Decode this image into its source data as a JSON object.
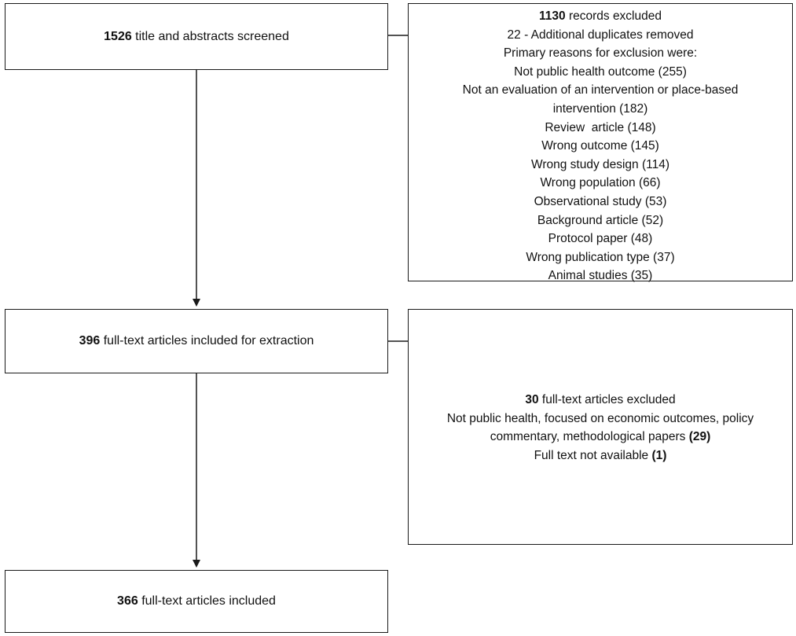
{
  "screening": {
    "count": "1526",
    "text": " title and abstracts screened"
  },
  "excluded_records": {
    "count": "1130",
    "text": " records excluded",
    "lines": [
      "22 - Additional duplicates removed",
      "Primary reasons for exclusion were:",
      "Not public health outcome (255)",
      "Not an evaluation of an intervention or place-based",
      "intervention (182)",
      "Review  article (148)",
      "Wrong outcome (145)",
      "Wrong study design (114)",
      "Wrong population (66)",
      "Observational study (53)",
      "Background article (52)",
      "Protocol paper (48)",
      "Wrong publication type (37)",
      "Animal studies (35)"
    ]
  },
  "extraction": {
    "count": "396",
    "text": " full-text articles included for extraction"
  },
  "excluded_fulltext": {
    "count": "30",
    "text": " full-text articles excluded",
    "reason1_line1": "Not public health, focused on economic outcomes, policy",
    "reason1_line2": "commentary, methodological papers ",
    "reason1_count": "(29)",
    "reason2": "Full text not available ",
    "reason2_count": "(1)"
  },
  "included": {
    "count": "366",
    "text": " full-text articles included"
  }
}
